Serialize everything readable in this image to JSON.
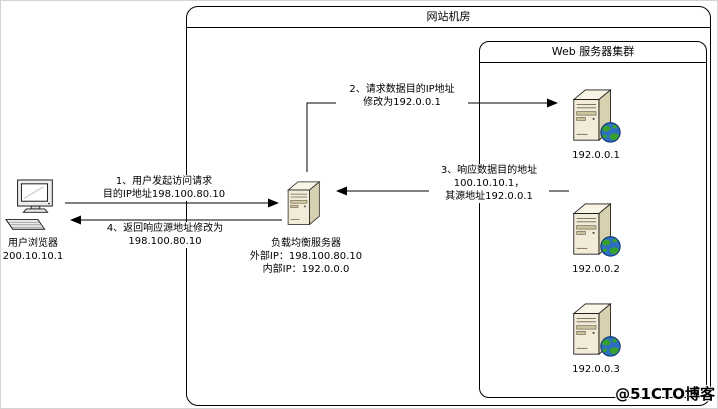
{
  "outer_box": {
    "title": "网站机房"
  },
  "cluster_box": {
    "title": "Web 服务器集群"
  },
  "servers": [
    {
      "ip": "192.0.0.1"
    },
    {
      "ip": "192.0.0.2"
    },
    {
      "ip": "192.0.0.3"
    }
  ],
  "load_balancer": {
    "name": "负载均衡服务器",
    "external_ip": "外部IP：198.100.80.10",
    "internal_ip": "内部IP：192.0.0.0"
  },
  "client": {
    "name": "用户浏览器",
    "ip": "200.10.10.1"
  },
  "steps": {
    "step1": [
      "1、用户发起访问请求",
      "目的IP地址198.100.80.10"
    ],
    "step2": [
      "2、请求数据目的IP地址",
      "修改为192.0.0.1"
    ],
    "step3": [
      "3、响应数据目的地址",
      "100.10.10.1，",
      "其源地址192.0.0.1"
    ],
    "step4": [
      "4、返回响应源地址修改为",
      "198.100.80.10"
    ]
  },
  "icons": {
    "server": "tower-server-icon",
    "globe": "globe-icon",
    "client": "desktop-computer-icon"
  },
  "colors": {
    "server_body": "#f1ebd7",
    "server_side": "#d8d1b0",
    "globe_blue": "#2e6fc0",
    "globe_green": "#35a02c",
    "line": "#000000"
  },
  "watermark": "@51CTO博客"
}
